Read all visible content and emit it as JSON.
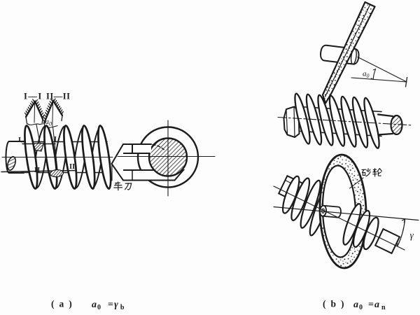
{
  "figure": {
    "background": "#fdfdfd",
    "ink": "#1b1b1b"
  },
  "fig_a": {
    "section_header_left": "I—I",
    "section_header_right": "II—II",
    "tool_angle": {
      "base": "a",
      "sub": "0"
    },
    "marks": {
      "i_left": "I",
      "i_right": "I",
      "ii_left": "II",
      "ii_right": "II"
    },
    "lathe_tool_label": "车刀",
    "caption": {
      "index": "(a)",
      "lhs_base": "a",
      "lhs_sub": "0",
      "equals": "=",
      "rhs_base": "γ",
      "rhs_sub": "b"
    }
  },
  "fig_b": {
    "grinder_angle": {
      "base": "a",
      "sub": "0"
    },
    "wheel_label": "砂轮",
    "lead_angle_label": "γ",
    "caption": {
      "index": "(b)",
      "lhs_base": "a",
      "lhs_sub": "0",
      "equals": "=",
      "rhs_base": "a",
      "rhs_sub": "n"
    }
  }
}
